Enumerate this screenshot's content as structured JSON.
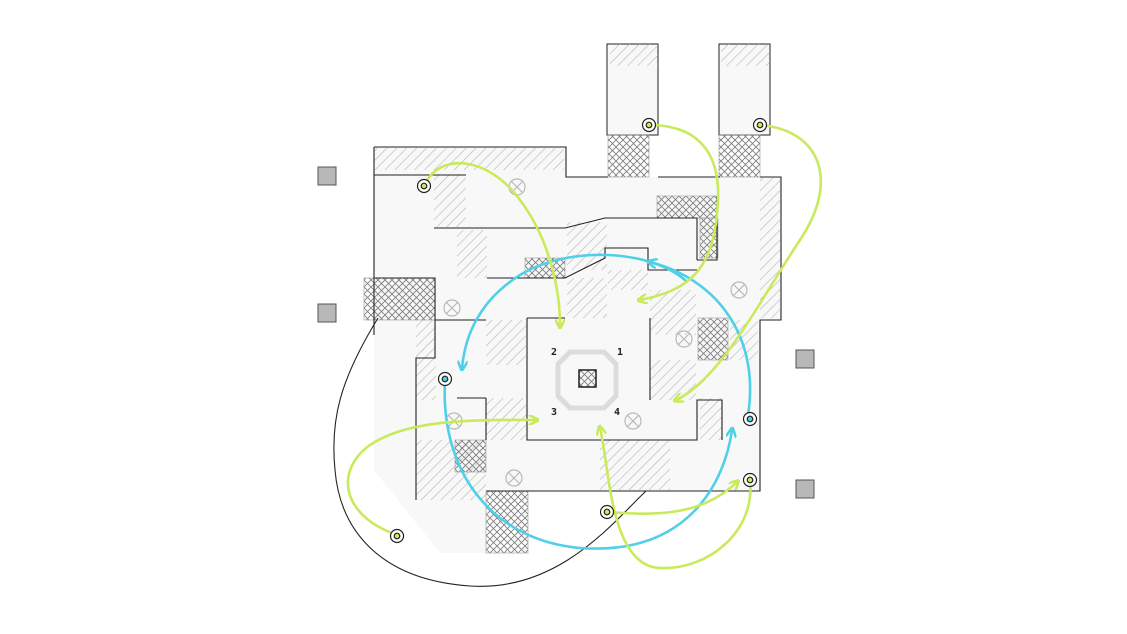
{
  "diagram": {
    "quadrant_labels": [
      "1",
      "2",
      "3",
      "4"
    ],
    "colors": {
      "background": "#ffffff",
      "floor": "#f7f8f7",
      "wall": "#222222",
      "hatch": "#b5b5b5",
      "crosshatch": "#8a8a8a",
      "outside_marker": "#b8b8b8",
      "center_ring": "#dcdcdc",
      "green_route": "#c9ea5a",
      "blue_route": "#4fd0e8"
    },
    "icons": [
      "spawn-point-icon",
      "objective-marker-icon",
      "outside-marker-icon",
      "center-objective-icon"
    ]
  }
}
